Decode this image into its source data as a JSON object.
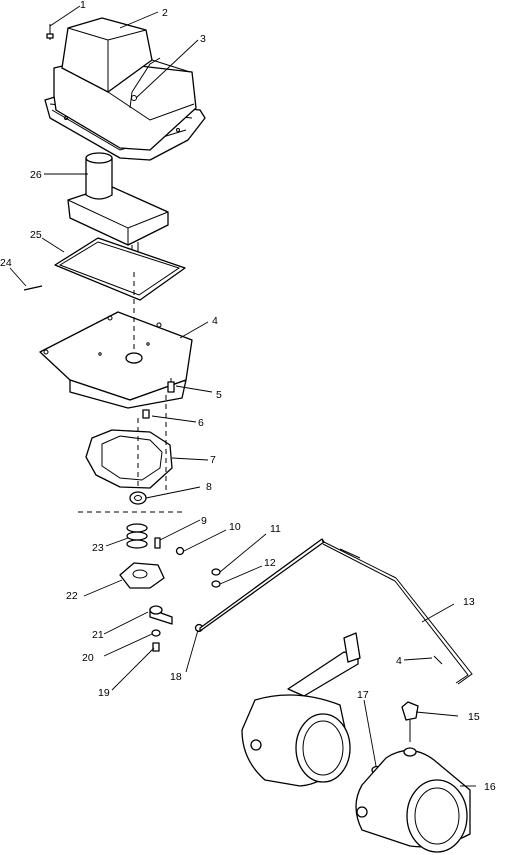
{
  "callouts": [
    {
      "id": "c1",
      "text": "1"
    },
    {
      "id": "c2",
      "text": "2"
    },
    {
      "id": "c3",
      "text": "3"
    },
    {
      "id": "c4",
      "text": "4"
    },
    {
      "id": "c4b",
      "text": "4"
    },
    {
      "id": "c5",
      "text": "5"
    },
    {
      "id": "c6",
      "text": "6"
    },
    {
      "id": "c7",
      "text": "7"
    },
    {
      "id": "c8",
      "text": "8"
    },
    {
      "id": "c9",
      "text": "9"
    },
    {
      "id": "c10",
      "text": "10"
    },
    {
      "id": "c11",
      "text": "11"
    },
    {
      "id": "c12",
      "text": "12"
    },
    {
      "id": "c13",
      "text": "13"
    },
    {
      "id": "c15",
      "text": "15"
    },
    {
      "id": "c16",
      "text": "16"
    },
    {
      "id": "c17",
      "text": "17"
    },
    {
      "id": "c18",
      "text": "18"
    },
    {
      "id": "c19",
      "text": "19"
    },
    {
      "id": "c20",
      "text": "20"
    },
    {
      "id": "c21",
      "text": "21"
    },
    {
      "id": "c22",
      "text": "22"
    },
    {
      "id": "c23",
      "text": "23"
    },
    {
      "id": "c24",
      "text": "24"
    },
    {
      "id": "c25",
      "text": "25"
    },
    {
      "id": "c26",
      "text": "26"
    }
  ]
}
